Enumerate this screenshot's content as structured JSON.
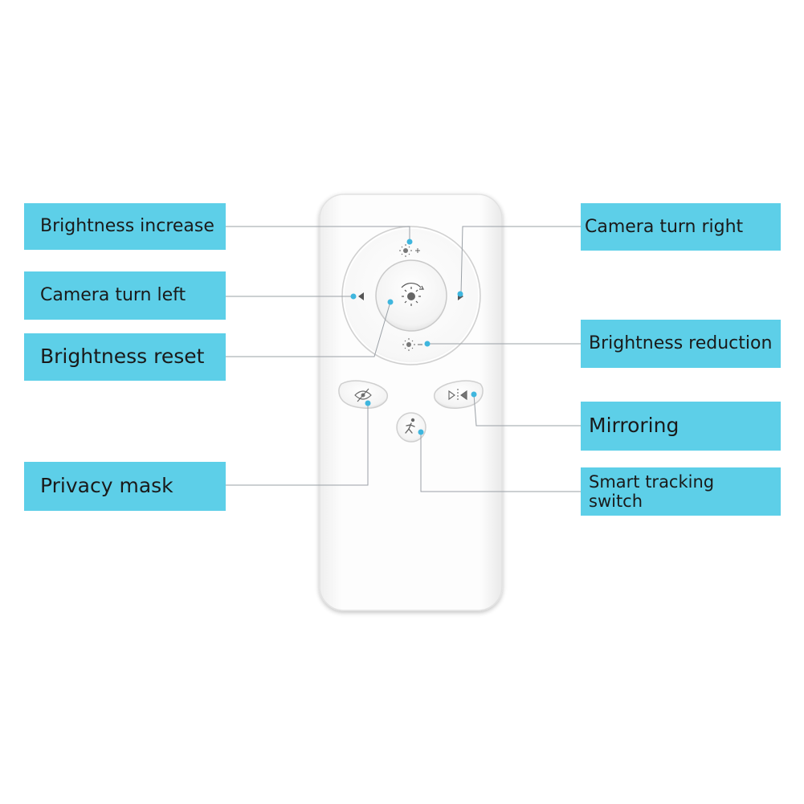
{
  "labels": {
    "brightness_increase": "Brightness increase",
    "camera_turn_left": "Camera turn left",
    "brightness_reset": "Brightness reset",
    "privacy_mask": "Privacy mask",
    "camera_turn_right": "Camera turn right",
    "brightness_reduction": "Brightness reduction",
    "mirroring": "Mirroring",
    "smart_tracking_switch": "Smart tracking switch"
  },
  "colors": {
    "accent": "#5dcfe8",
    "callout_dot": "#3fb6de",
    "leader_line": "#9aa0a6",
    "remote_body": "#ffffff"
  },
  "icons": [
    "brightness-increase-icon",
    "camera-turn-left-icon",
    "brightness-reset-icon",
    "camera-turn-right-icon",
    "brightness-reduction-icon",
    "privacy-mask-icon",
    "mirroring-icon",
    "smart-tracking-icon"
  ]
}
